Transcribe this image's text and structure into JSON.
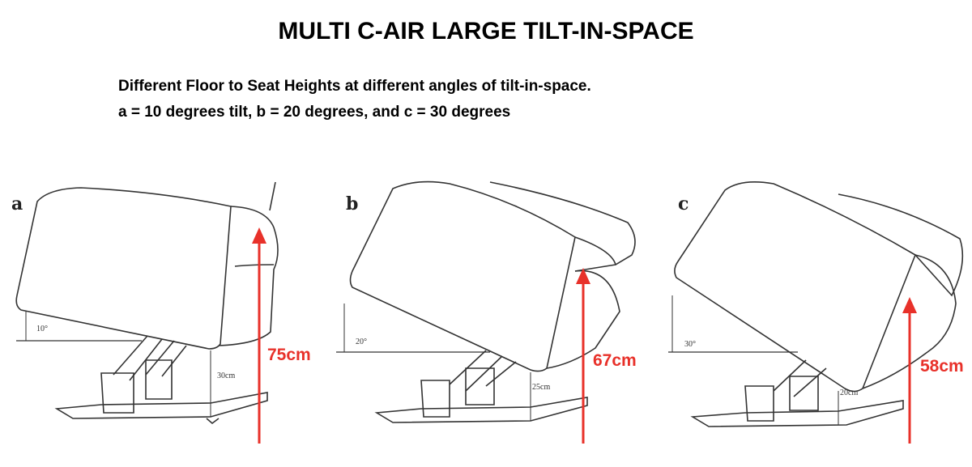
{
  "title": "MULTI C-AIR LARGE TILT-IN-SPACE",
  "subtitle_lines": [
    "Different Floor to Seat Heights at different angles of tilt-in-space.",
    "a = 10 degrees tilt, b = 20 degrees, and c = 30 degrees"
  ],
  "panels": [
    {
      "letter": "a",
      "angle_label": "10°",
      "seat_height_label": "30cm",
      "total_height_label": "75cm",
      "tilt_degrees": 10
    },
    {
      "letter": "b",
      "angle_label": "20°",
      "seat_height_label": "25cm",
      "total_height_label": "67cm",
      "tilt_degrees": 20
    },
    {
      "letter": "c",
      "angle_label": "30°",
      "seat_height_label": "20cm",
      "total_height_label": "58cm",
      "tilt_degrees": 30
    }
  ],
  "colors": {
    "arrow": "#e8312a",
    "drawing": "#333333"
  }
}
